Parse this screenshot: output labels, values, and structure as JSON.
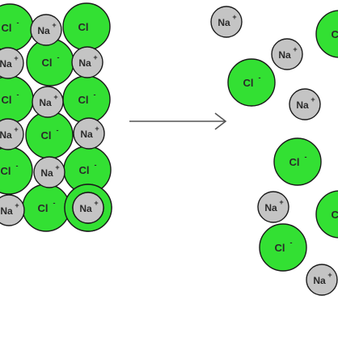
{
  "diagram": {
    "colors": {
      "background": "#ffffff",
      "chloride_fill": "#33e033",
      "chloride_stroke": "#1a1a1a",
      "sodium_fill": "#c4c4c4",
      "sodium_stroke": "#1a1a1a",
      "arrow": "#555555"
    },
    "ions": {
      "chloride": {
        "symbol": "Cl",
        "charge": "-"
      },
      "sodium": {
        "symbol": "Na",
        "charge": "+"
      }
    },
    "lattice": [
      {
        "type": "chloride",
        "charge_shown": true
      },
      {
        "type": "sodium",
        "charge_shown": true
      },
      {
        "type": "chloride",
        "charge_shown": false
      },
      {
        "type": "sodium",
        "charge_shown": true
      },
      {
        "type": "chloride",
        "charge_shown": true
      },
      {
        "type": "sodium",
        "charge_shown": true
      },
      {
        "type": "chloride",
        "charge_shown": true
      },
      {
        "type": "sodium",
        "charge_shown": true
      },
      {
        "type": "chloride",
        "charge_shown": true
      },
      {
        "type": "sodium",
        "charge_shown": true
      },
      {
        "type": "chloride",
        "charge_shown": true
      },
      {
        "type": "sodium",
        "charge_shown": true
      },
      {
        "type": "chloride",
        "charge_shown": true
      },
      {
        "type": "sodium",
        "charge_shown": true
      },
      {
        "type": "chloride",
        "charge_shown": true
      },
      {
        "type": "sodium",
        "charge_shown": true
      },
      {
        "type": "chloride",
        "charge_shown": true
      },
      {
        "type": "sodium",
        "charge_shown": true
      },
      {
        "type": "chloride",
        "charge_shown": true
      },
      {
        "type": "sodium",
        "charge_shown": true
      },
      {
        "type": "chloride",
        "charge_shown": true
      },
      {
        "type": "sodium",
        "charge_shown": true
      }
    ],
    "dissolved": [
      {
        "type": "sodium",
        "charge_shown": true
      },
      {
        "type": "chloride",
        "charge_shown": false
      },
      {
        "type": "sodium",
        "charge_shown": true
      },
      {
        "type": "chloride",
        "charge_shown": true
      },
      {
        "type": "sodium",
        "charge_shown": true
      },
      {
        "type": "chloride",
        "charge_shown": true
      },
      {
        "type": "sodium",
        "charge_shown": true
      },
      {
        "type": "chloride",
        "charge_shown": false
      },
      {
        "type": "chloride",
        "charge_shown": true
      },
      {
        "type": "sodium",
        "charge_shown": true
      }
    ]
  }
}
